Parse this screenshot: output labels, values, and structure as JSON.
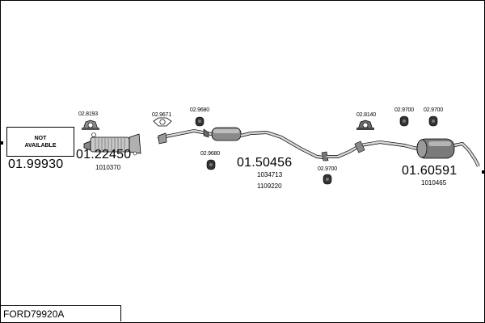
{
  "title": "FORD79920A",
  "not_available": "NOT AVAILABLE",
  "parts": {
    "p1": {
      "number": "01.99930"
    },
    "p2": {
      "number": "01.22450",
      "ref": "1010370"
    },
    "p3": {
      "number": "01.50456",
      "ref1": "1034713",
      "ref2": "1109220"
    },
    "p4": {
      "number": "01.60591",
      "ref": "1010465"
    }
  },
  "fittings": {
    "f1": "02.8193",
    "f2": "02.9671",
    "f3": "02.9680",
    "f4": "02.9680",
    "f5": "02.9700",
    "f6": "02.8140",
    "f7": "02.9700",
    "f8": "02.9700"
  },
  "colors": {
    "line": "#000000",
    "part_fill": "#d0d0d0",
    "part_dark": "#6a6a6a"
  }
}
